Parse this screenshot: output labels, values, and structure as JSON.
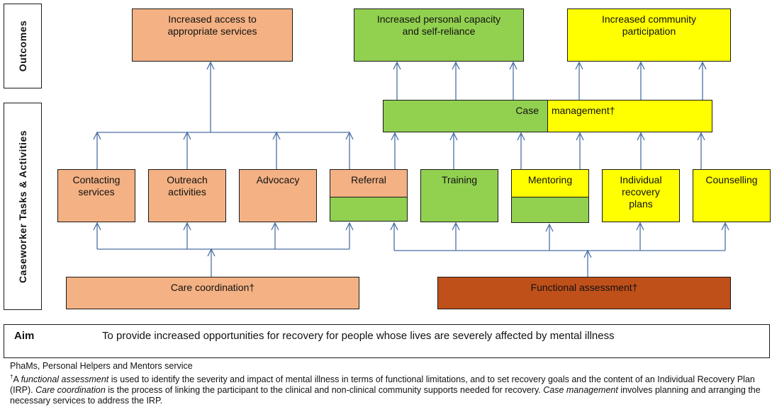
{
  "side_labels": {
    "outcomes": "Outcomes",
    "tasks": "Caseworker Tasks & Activities"
  },
  "outcomes": [
    {
      "label": "Increased access to appropriate services",
      "color": "#f4b183"
    },
    {
      "label": "Increased personal capacity and self-reliance",
      "color": "#92d050"
    },
    {
      "label": "Increased community participation",
      "color": "#ffff00"
    }
  ],
  "case_management": {
    "left": "Case",
    "right": "management†"
  },
  "activities": [
    {
      "label": "Contacting services"
    },
    {
      "label": "Outreach activities"
    },
    {
      "label": "Advocacy"
    },
    {
      "label": "Referral"
    },
    {
      "label": "Training"
    },
    {
      "label": "Mentoring"
    },
    {
      "label": "Individual recovery plans"
    },
    {
      "label": "Counselling"
    }
  ],
  "foundations": {
    "care_coordination": "Care coordination†",
    "functional_assessment": "Functional assessment†"
  },
  "aim": {
    "label": "Aim",
    "text": "To provide increased opportunities for recovery for people whose lives are severely affected by mental illness"
  },
  "footnotes": {
    "abbrev": "PhaMs, Personal Helpers and Mentors service",
    "dagger": "†",
    "p1": "A ",
    "t1": "functional assessment",
    "p2": " is used to identify the severity and impact of mental illness in terms of functional limitations, and to set recovery goals and the content of an Individual Recovery Plan (IRP). ",
    "t2": "Care coordination",
    "p3": " is the process of linking the participant to the clinical and non-clinical community supports needed for recovery. ",
    "t3": "Case management",
    "p4": " involves planning and arranging the necessary services to address the IRP."
  },
  "colors": {
    "peach": "#f4b183",
    "green": "#92d050",
    "yellow": "#ffff00",
    "rust": "#c0501a",
    "arrow": "#4a6fa5"
  }
}
